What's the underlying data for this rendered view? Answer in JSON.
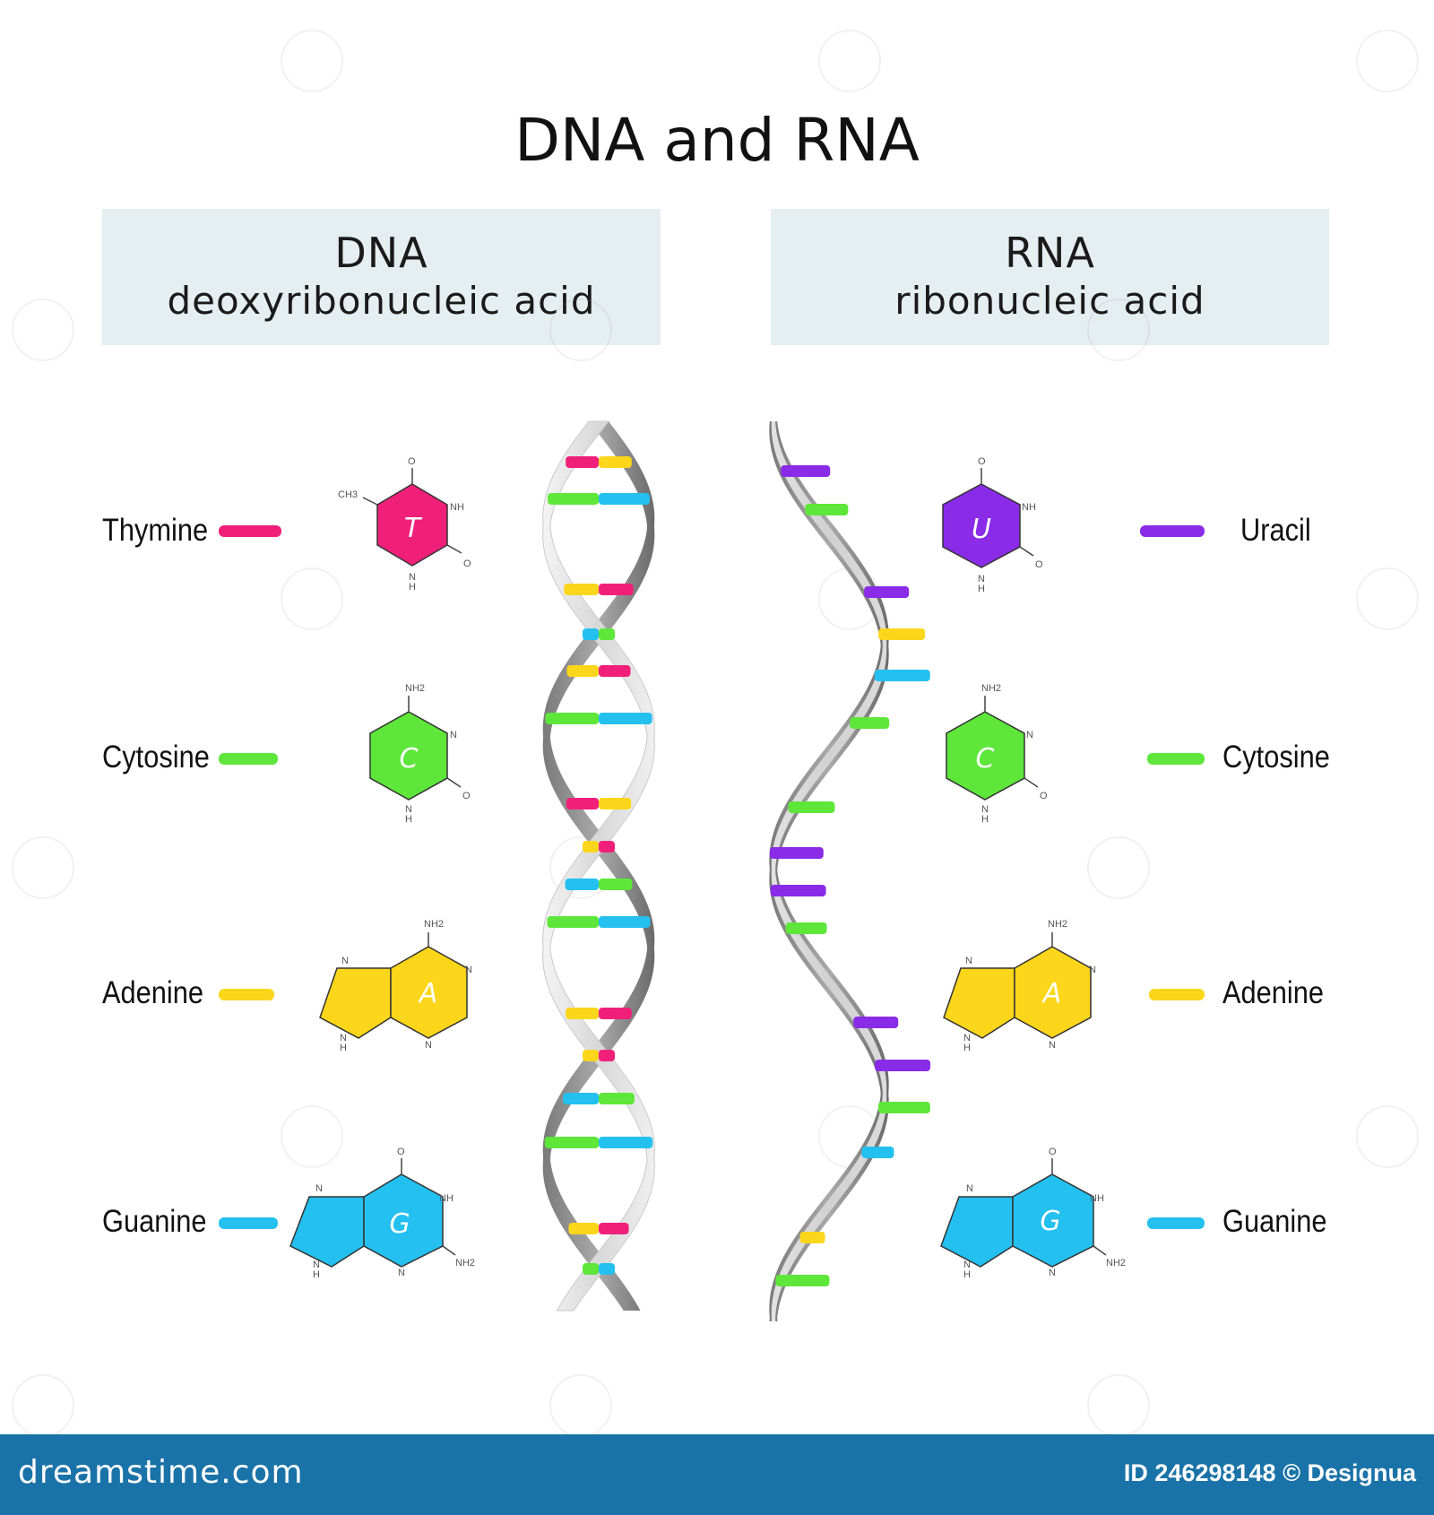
{
  "title": "DNA and RNA",
  "dna_header": {
    "abbr": "DNA",
    "full": "deoxyribonucleic acid"
  },
  "rna_header": {
    "abbr": "RNA",
    "full": "ribonucleic acid"
  },
  "dna_bases": [
    {
      "name": "Thymine",
      "letter": "T",
      "color": "#f0207a"
    },
    {
      "name": "Cytosine",
      "letter": "C",
      "color": "#5ee73a"
    },
    {
      "name": "Adenine",
      "letter": "A",
      "color": "#fcd61a"
    },
    {
      "name": "Guanine",
      "letter": "G",
      "color": "#23c0f0"
    }
  ],
  "rna_bases": [
    {
      "name": "Uracil",
      "letter": "U",
      "color": "#8a2be8"
    },
    {
      "name": "Cytosine",
      "letter": "C",
      "color": "#5ee73a"
    },
    {
      "name": "Adenine",
      "letter": "A",
      "color": "#fcd61a"
    },
    {
      "name": "Guanine",
      "letter": "G",
      "color": "#23c0f0"
    }
  ],
  "atoms": {
    "ch3": "CH3",
    "nh": "NH",
    "nh2": "NH2",
    "n": "N",
    "o": "O",
    "h": "H"
  },
  "footer": {
    "brand": "dreamstime.com",
    "credit": "ID 246298148 © Designua"
  },
  "colors": {
    "header_bg": "#e5eef0",
    "footer_bg": "#1a73a8"
  }
}
